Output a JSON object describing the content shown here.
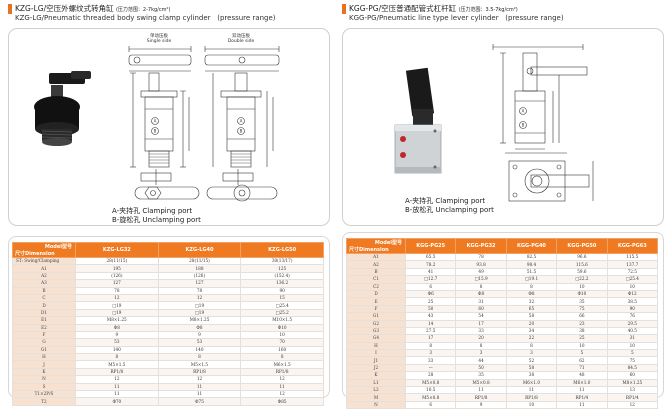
{
  "left": {
    "title_cn": "KZG-LG/空压外螺纹式转角缸",
    "pressure_cn": "(压力范围：2-7kg/cm²)",
    "title_en": "KZG-LG/Pneumatic threaded body swing clamp cylinder",
    "pressure_en": "(pressure range)",
    "single_cn": "单动压板",
    "single_en": "Single side",
    "double_cn": "双动压板",
    "double_en": "Double side",
    "port_a": "A-夹持孔 Clamping port",
    "port_b": "B-旋松孔 Unclamping port",
    "table": {
      "header_model": "Model型号",
      "header_dim": "尺寸Dimension",
      "models": [
        "KZG-LG32",
        "KZG-LG40",
        "KZG-LG50"
      ],
      "rows": [
        [
          "ST: Swing/Clamping",
          "28(11/15)",
          "28(11/15)",
          "30(13/17)"
        ],
        [
          "A1",
          "195",
          "188",
          "125"
        ],
        [
          "A2",
          "(126)",
          "(126)",
          "(152.4)"
        ],
        [
          "A3",
          "127",
          "127",
          "136.2"
        ],
        [
          "B",
          "78",
          "78",
          "90"
        ],
        [
          "C",
          "12",
          "12",
          "15"
        ],
        [
          "D",
          "□19",
          "□19",
          "□25.4"
        ],
        [
          "D1",
          "□19",
          "□19",
          "□25.2"
        ],
        [
          "E1",
          "M8×1.25",
          "M8×1.25",
          "M10×1.5"
        ],
        [
          "E2",
          "Φ8",
          "Φ8",
          "Φ10"
        ],
        [
          "F",
          "9",
          "9",
          "10"
        ],
        [
          "G",
          "53",
          "53",
          "70"
        ],
        [
          "G1",
          "140",
          "140",
          "160"
        ],
        [
          "H",
          "8",
          "8",
          "8"
        ],
        [
          "J",
          "M5×1.5",
          "M5×1.5",
          "M6×1.5"
        ],
        [
          "K",
          "RP1/8",
          "RP1/8",
          "RP1/8"
        ],
        [
          "N",
          "12",
          "12",
          "12"
        ],
        [
          "S",
          "11",
          "11",
          "11"
        ],
        [
          "T1×2P/S",
          "11",
          "11",
          "12"
        ],
        [
          "T2",
          "Φ70",
          "Φ75",
          "Φ85"
        ]
      ]
    }
  },
  "right": {
    "title_cn": "KGG-PG/空压普通配管式杠杆缸",
    "pressure_cn": "(压力范围：3.5-7kg/cm²)",
    "title_en": "KGG-PG/Pneumatic line type lever cylinder",
    "pressure_en": "(pressure range)",
    "port_a": "A-夹持孔 Clamping port",
    "port_b": "B-放松孔 Unclamping port",
    "table": {
      "header_model": "Model型号",
      "header_dim": "尺寸Dimension",
      "models": [
        "KGG-PG25",
        "KGG-PG32",
        "KGG-PG40",
        "KGG-PG50",
        "KGG-PG63"
      ],
      "rows": [
        [
          "A1",
          "65.5",
          "78",
          "82.5",
          "96.6",
          "115.5"
        ],
        [
          "A2",
          "78.2",
          "93.8",
          "98.4",
          "115.6",
          "137.7"
        ],
        [
          "B",
          "41",
          "49",
          "51.5",
          "59.6",
          "72.5"
        ],
        [
          "C1",
          "□12.7",
          "□15.9",
          "□19.1",
          "□22.2",
          "□25.4"
        ],
        [
          "C2",
          "6",
          "8",
          "8",
          "10",
          "10"
        ],
        [
          "D",
          "Φ6",
          "Φ8",
          "Φ8",
          "Φ10",
          "Φ12"
        ],
        [
          "E",
          "25",
          "31",
          "32",
          "35",
          "38.5"
        ],
        [
          "F",
          "50",
          "60",
          "65",
          "75",
          "90"
        ],
        [
          "G1",
          "43",
          "54",
          "58",
          "66",
          "76"
        ],
        [
          "G2",
          "14",
          "17",
          "20",
          "23",
          "29.5"
        ],
        [
          "G3",
          "27.5",
          "33",
          "34",
          "38",
          "40.5"
        ],
        [
          "G4",
          "17",
          "20",
          "22",
          "25",
          "31"
        ],
        [
          "H",
          "8",
          "8",
          "8",
          "10",
          "10"
        ],
        [
          "I",
          "3",
          "3",
          "3",
          "5",
          "5"
        ],
        [
          "J1",
          "33",
          "44",
          "52",
          "62",
          "75"
        ],
        [
          "J2",
          "—",
          "50",
          "58",
          "71",
          "84.5"
        ],
        [
          "K",
          "28",
          "35",
          "38",
          "48",
          "60"
        ],
        [
          "L1",
          "M5×0.8",
          "M5×0.8",
          "M6×1.0",
          "M6×1.0",
          "M8×1.25"
        ],
        [
          "L2",
          "10.5",
          "11",
          "11",
          "11",
          "13"
        ],
        [
          "M",
          "M5×0.8",
          "RP1/8",
          "RP1/8",
          "RP1/4",
          "RP1/4"
        ],
        [
          "N",
          "6",
          "9",
          "10",
          "11",
          "12"
        ]
      ]
    }
  }
}
